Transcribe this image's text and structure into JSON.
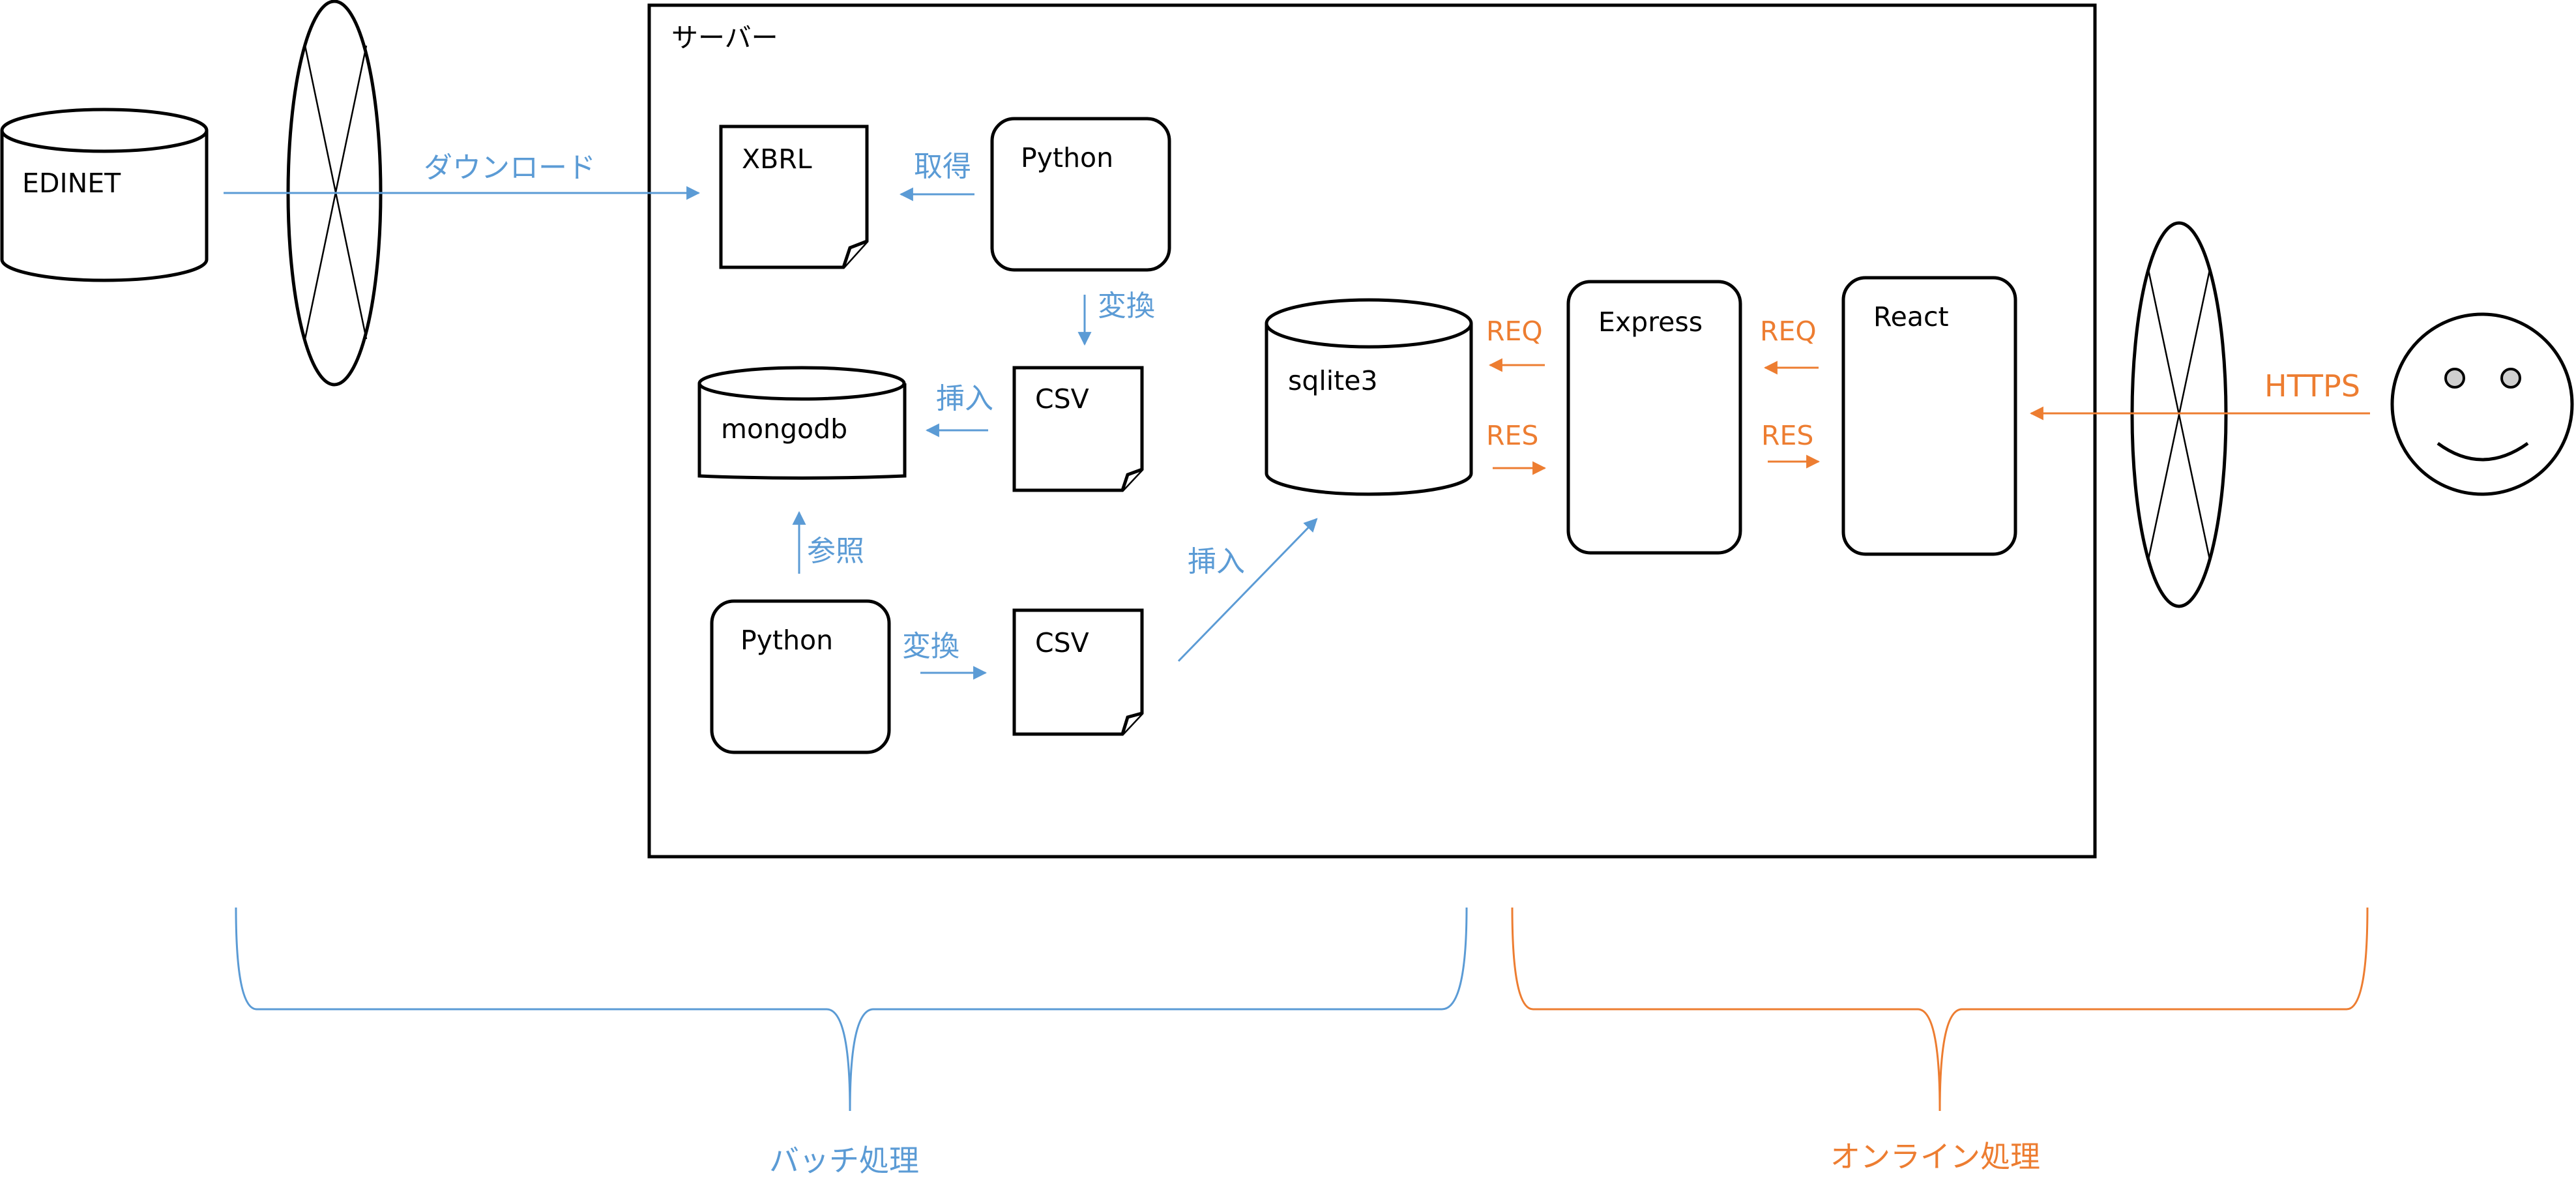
{
  "server": {
    "label": "サーバー"
  },
  "nodes": {
    "edinet": "EDINET",
    "xbrl": "XBRL",
    "python_top": "Python",
    "csv_top": "CSV",
    "mongodb": "mongodb",
    "python_bottom": "Python",
    "csv_bottom": "CSV",
    "sqlite": "sqlite3",
    "express": "Express",
    "react": "React"
  },
  "edges": {
    "download": "ダウンロード",
    "fetch": "取得",
    "convert_top": "変換",
    "insert_mongo": "挿入",
    "reference": "参照",
    "convert_bottom": "変換",
    "insert_sqlite": "挿入",
    "req_sqlite": "REQ",
    "res_sqlite": "RES",
    "req_express": "REQ",
    "res_express": "RES",
    "https": "HTTPS"
  },
  "groups": {
    "batch": "バッチ処理",
    "online": "オンライン処理"
  },
  "colors": {
    "batch": "#5B9BD5",
    "online": "#ED7D31",
    "outline": "#000000"
  }
}
